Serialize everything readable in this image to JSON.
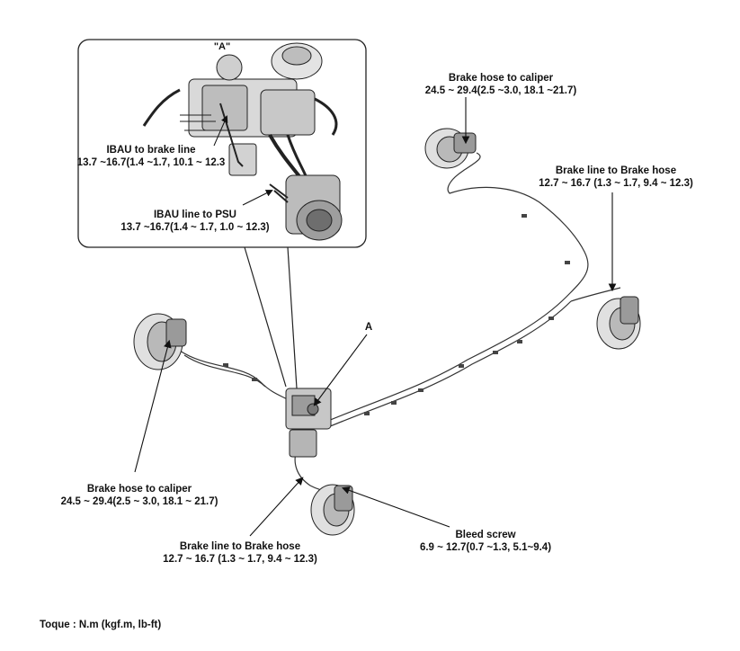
{
  "inset": {
    "title": "\"A\"",
    "callouts": [
      {
        "name": "IBAU to brake line",
        "torque": "13.7 ~16.7(1.4 ~1.7, 10.1 ~ 12.3"
      },
      {
        "name": "IBAU line to PSU",
        "torque": "13.7 ~16.7(1.4 ~ 1.7, 1.0 ~ 12.3)"
      }
    ]
  },
  "marker_a": "A",
  "callouts": [
    {
      "name": "Brake hose to caliper",
      "torque": "24.5 ~ 29.4(2.5 ~3.0, 18.1 ~21.7)"
    },
    {
      "name": "Brake line to Brake hose",
      "torque": "12.7 ~ 16.7 (1.3 ~ 1.7, 9.4 ~ 12.3)"
    },
    {
      "name": "Brake hose to caliper",
      "torque": "24.5 ~ 29.4(2.5 ~ 3.0, 18.1 ~ 21.7)"
    },
    {
      "name": "Brake line to Brake hose",
      "torque": "12.7 ~ 16.7 (1.3 ~ 1.7, 9.4 ~ 12.3)"
    },
    {
      "name": "Bleed screw",
      "torque": "6.9 ~ 12.7(0.7 ~1.3, 5.1~9.4)"
    }
  ],
  "footer_note": "Toque : N.m (kgf.m, lb-ft)"
}
